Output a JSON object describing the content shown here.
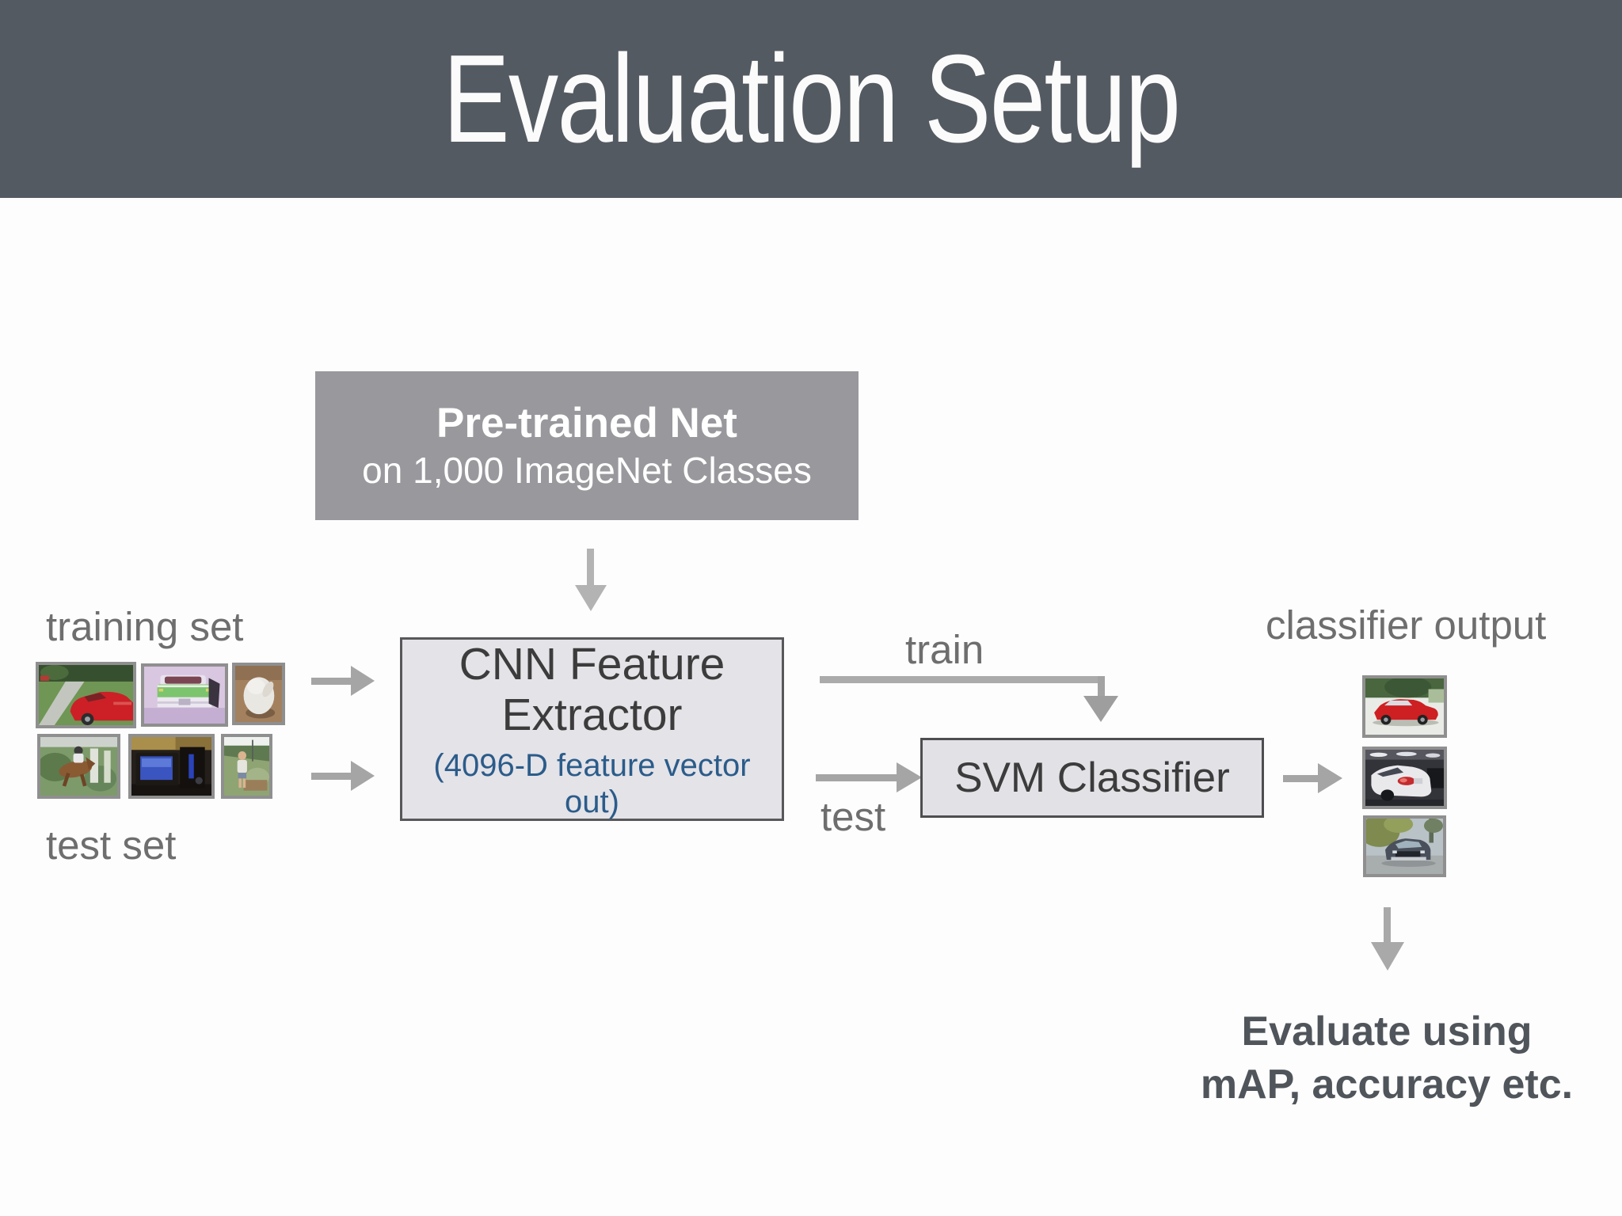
{
  "header": {
    "title": "Evaluation Setup",
    "background": "#545a61",
    "text_color": "#fbfbfb"
  },
  "pretrained_box": {
    "line1": "Pre-trained Net",
    "line2": "on 1,000 ImageNet Classes",
    "background": "#99989d",
    "text_color": "#ffffff"
  },
  "cnn_box": {
    "title_line1": "CNN Feature",
    "title_line2": "Extractor",
    "subtitle": "(4096-D feature vector out)",
    "background": "#e4e3e8",
    "border_color": "#58585a",
    "title_color": "#3c3c3c",
    "subtitle_color": "#2b5c8a"
  },
  "svm_box": {
    "label": "SVM Classifier",
    "background": "#e2e1e6",
    "border_color": "#4e4e50",
    "text_color": "#3c3c3c"
  },
  "labels": {
    "training_set": "training set",
    "test_set": "test set",
    "train": "train",
    "test": "test",
    "classifier_output": "classifier output",
    "text_color": "#6e6e6e"
  },
  "evaluate_note": {
    "line1": "Evaluate using",
    "line2": "mAP, accuracy etc.",
    "text_color": "#50555b"
  },
  "arrows": {
    "color": "#a5a5a5"
  },
  "training_set": {
    "thumbnails": [
      {
        "label": "red convertible car on driveway"
      },
      {
        "label": "green and white classic car rear view"
      },
      {
        "label": "white dog lying on brown floor"
      }
    ]
  },
  "test_set": {
    "thumbnails": [
      {
        "label": "horse and rider jumping fence"
      },
      {
        "label": "CRT monitor and computer tower"
      },
      {
        "label": "child standing outdoors"
      }
    ]
  },
  "classifier_output": {
    "thumbnails": [
      {
        "label": "red sedan side view"
      },
      {
        "label": "white car rear in parking garage"
      },
      {
        "label": "gray car on road by bushes"
      }
    ]
  }
}
